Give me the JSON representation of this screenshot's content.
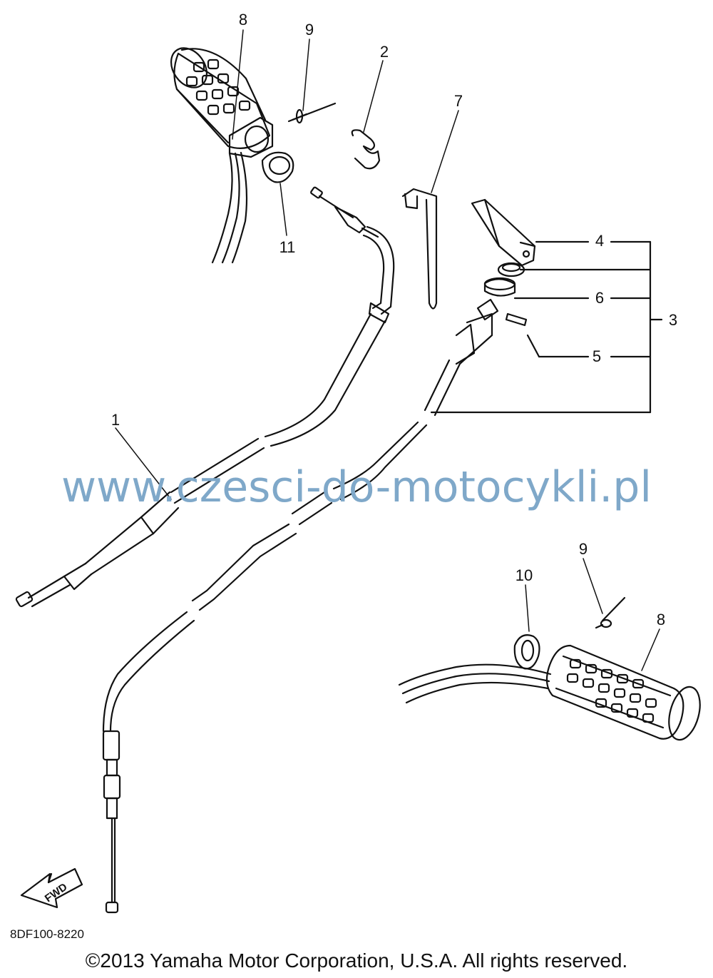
{
  "callouts": {
    "c1": "1",
    "c2": "2",
    "c3": "3",
    "c4": "4",
    "c5": "5",
    "c6": "6",
    "c7": "7",
    "c8a": "8",
    "c8b": "8",
    "c9a": "9",
    "c9b": "9",
    "c10": "10",
    "c11": "11"
  },
  "watermark": "www.czesci-do-motocykli.pl",
  "fwd_label": "FWD",
  "diagram_code": "8DF100-8220",
  "copyright": "©2013 Yamaha Motor Corporation, U.S.A. All rights reserved."
}
